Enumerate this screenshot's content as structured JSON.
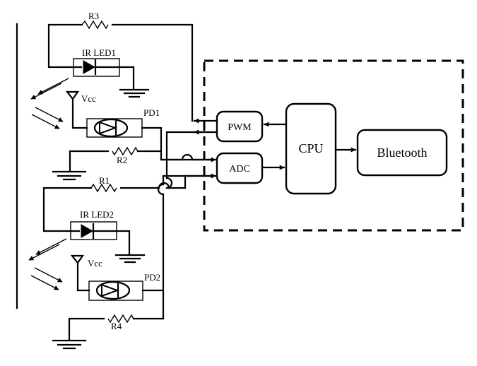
{
  "labels": {
    "r3": "R3",
    "ir_led1": "IR LED1",
    "vcc1": "Vcc",
    "pd1": "PD1",
    "r2": "R2",
    "r1": "R1",
    "ir_led2": "IR LED2",
    "vcc2": "Vcc",
    "pd2": "PD2",
    "r4": "R4"
  },
  "blocks": {
    "pwm": "PWM",
    "adc": "ADC",
    "cpu": "CPU",
    "bluetooth": "Bluetooth"
  },
  "colors": {
    "line": "#000000",
    "background": "#ffffff"
  }
}
